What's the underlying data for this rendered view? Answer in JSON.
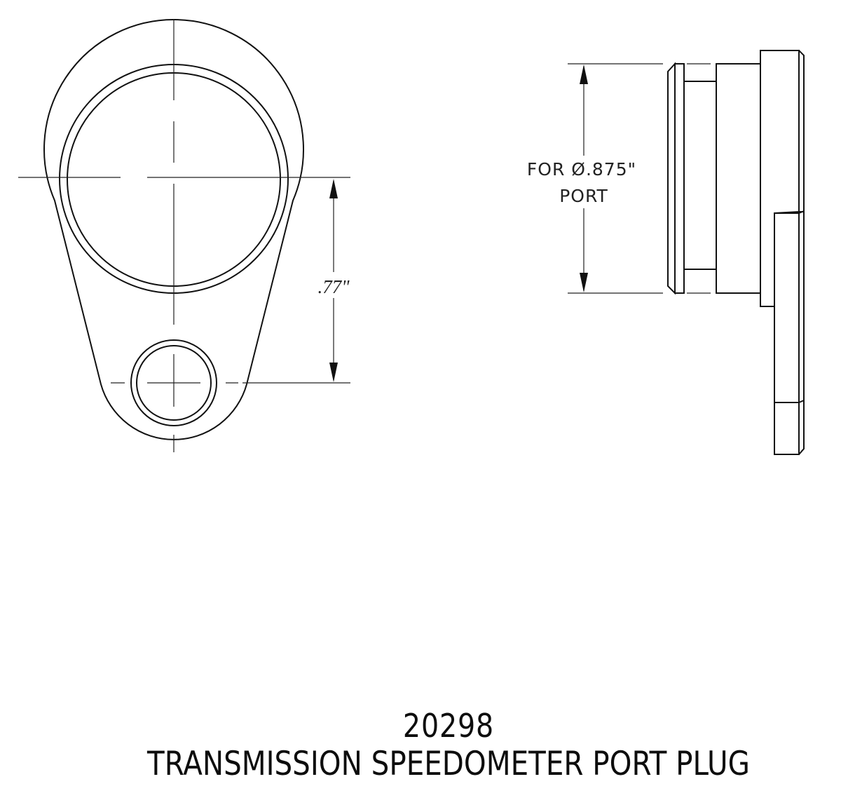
{
  "drawing": {
    "part_number": "20298",
    "part_title": "TRANSMISSION SPEEDOMETER PORT PLUG",
    "front_view": {
      "dimension_label": ".77\"",
      "dimension_value_in": 0.77,
      "dimension_description": "center-to-center distance between main bore and small hole"
    },
    "side_view": {
      "note_line1": "FOR Ø.875\"",
      "note_line2": "PORT",
      "port_diameter_in": 0.875
    },
    "line_color": "#111111",
    "background_color": "#ffffff"
  }
}
